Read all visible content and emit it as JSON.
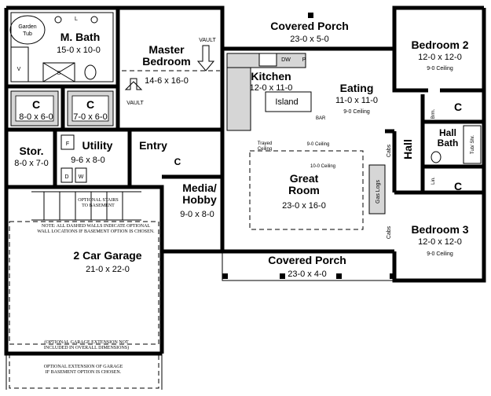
{
  "rooms": {
    "garden_tub": "Garden\nTub",
    "m_bath": {
      "name": "M. Bath",
      "dim": "15-0 x 10-0"
    },
    "master_bedroom": {
      "name": "Master\nBedroom",
      "dim": "14-6 x 16-0"
    },
    "closet_a": {
      "name": "C",
      "dim": "8-0 x 6-0"
    },
    "closet_b": {
      "name": "C",
      "dim": "7-0 x 6-0"
    },
    "covered_porch_top": {
      "name": "Covered Porch",
      "dim": "23-0 x 5-0"
    },
    "bedroom2": {
      "name": "Bedroom 2",
      "dim": "12-0 x 12-0",
      "ceiling": "9-0 Ceiling"
    },
    "kitchen": {
      "name": "Kitchen",
      "dim": "12-0 x 11-0"
    },
    "island": "Island",
    "eating": {
      "name": "Eating",
      "dim": "11-0 x 11-0",
      "ceiling": "9-0 Ceiling"
    },
    "storage": {
      "name": "Stor.",
      "dim": "8-0 x 7-0"
    },
    "utility": {
      "name": "Utility",
      "dim": "9-6 x 8-0"
    },
    "entry": "Entry",
    "great_room": {
      "name": "Great\nRoom",
      "dim": "23-0 x 16-0"
    },
    "hall": "Hall",
    "hall_bath": "Hall\nBath",
    "media": {
      "name": "Media/\nHobby",
      "dim": "9-0 x 8-0"
    },
    "bedroom3": {
      "name": "Bedroom 3",
      "dim": "12-0 x 12-0",
      "ceiling": "9-0 Ceiling"
    },
    "garage": {
      "name": "2 Car Garage",
      "dim": "21-0 x 22-0"
    },
    "covered_porch_bottom": {
      "name": "Covered Porch",
      "dim": "23-0 x 4-0"
    },
    "closet_bed2": "C",
    "closet_bed3": "C",
    "closet_entry": "C"
  },
  "labels": {
    "vault_1": "VAULT",
    "vault_2": "VAULT",
    "dw": "DW",
    "p": "P",
    "l": "L",
    "v": "V",
    "s": "S",
    "f": "F",
    "d": "D",
    "w": "W",
    "bar": "BAR",
    "trayed": "Trayed\nCeiling",
    "great_ceiling_9": "9-0 Ceiling",
    "great_ceiling_10": "10-0 Ceiling",
    "cabs_top": "Cabs",
    "cabs_bottom": "Cabs",
    "gas_logs": "Gas Logs",
    "brm": "Brm.",
    "lin": "Lin.",
    "tub_shr": "Tub/ Shr.",
    "stairs": "OPTIONAL STAIRS\nTO BASEMENT",
    "dashed_note": "NOTE: ALL DASHED WALLS INDICATE OPTIONAL\nWALL LOCATIONS IF BASEMENT OPTION IS CHOSEN.",
    "garage_ext_note": "(OPTIONAL GARAGE EXTENSION NOT\nINCLUDED IN OVERALL DIMENSIONS)",
    "garage_ext_opt": "OPTIONAL EXTENSION OF GARAGE\nIF BASEMENT OPTION IS CHOSEN."
  }
}
